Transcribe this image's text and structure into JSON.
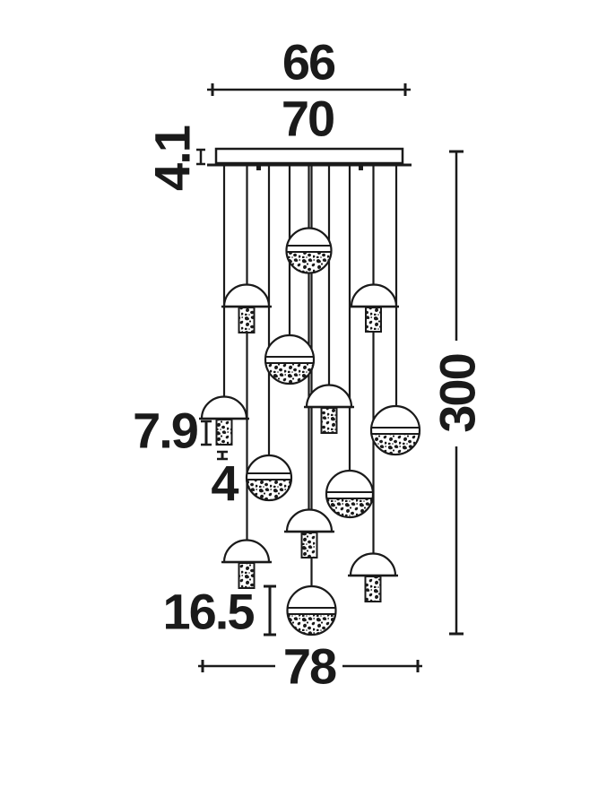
{
  "diagram": {
    "colors": {
      "line": "#1a1a1a",
      "background": "#ffffff"
    },
    "labels": {
      "width_inner": "66",
      "width_canopy": "70",
      "canopy_height": "4.1",
      "shade_cylinder_height": "7.9",
      "gap": "4",
      "sphere_diameter": "16.5",
      "total_height": "300",
      "overall_width": "78"
    }
  }
}
